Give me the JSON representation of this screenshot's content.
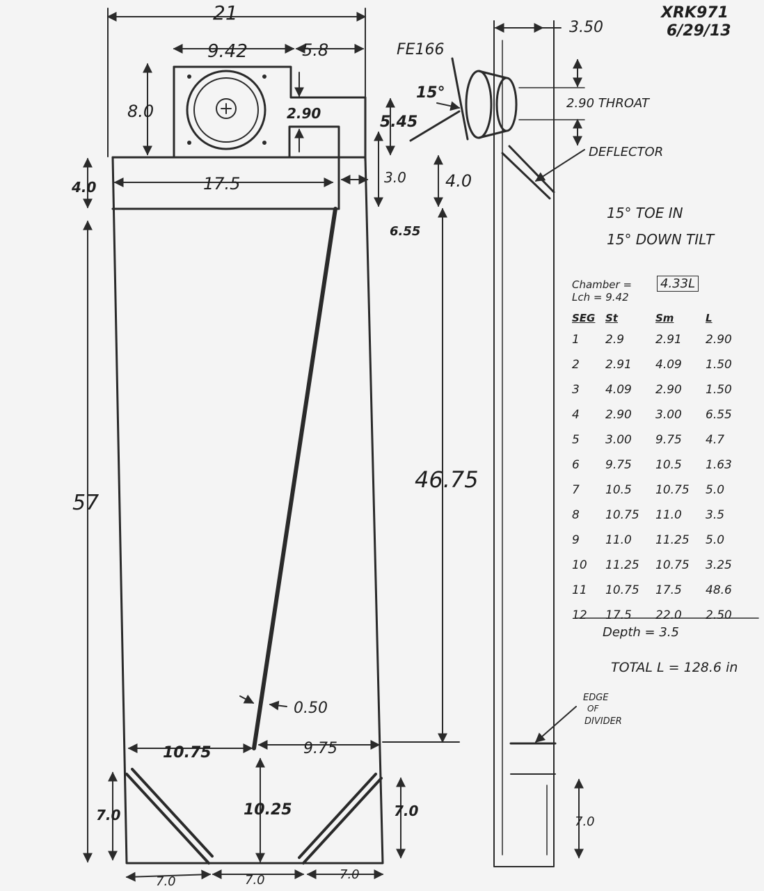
{
  "header": {
    "id": "XRK971",
    "date": "6/29/13"
  },
  "driver": "FE166",
  "angles": {
    "angle_label": "15°",
    "toe_in": "15° TOE IN",
    "down_tilt": "15° DOWN TILT"
  },
  "dims": {
    "overall_width": "21",
    "top_left": "9.42",
    "top_right": "5.8",
    "box_height": "8.0",
    "throat_gap": "2.90",
    "top_step": "5.45",
    "rail_height": "4.0",
    "rail_width": "17.5",
    "side_gap": "3.0",
    "side_gap_height": "4.0",
    "side_drop": "6.55",
    "body_height": "57",
    "inner_height": "46.75",
    "divider_thickness": "0.50",
    "bottom_left": "10.75",
    "bottom_right": "9.75",
    "center_height": "10.25",
    "foot_left": "7.0",
    "foot_right": "7.0",
    "base_left": "7.0",
    "base_mid": "7.0",
    "base_right": "7.0",
    "side_width": "3.50",
    "side_foot": "7.0"
  },
  "callouts": {
    "throat": "2.90 THROAT",
    "deflector": "DEFLECTOR",
    "divider_edge": [
      "EDGE",
      "OF",
      "DIVIDER"
    ]
  },
  "chamber": {
    "label": "Chamber =",
    "value": "4.33L",
    "length": "Lch = 9.42"
  },
  "segments": {
    "headers": [
      "SEG",
      "St",
      "Sm",
      "L"
    ],
    "rows": [
      [
        "1",
        "2.9",
        "2.91",
        "2.90"
      ],
      [
        "2",
        "2.91",
        "4.09",
        "1.50"
      ],
      [
        "3",
        "4.09",
        "2.90",
        "1.50"
      ],
      [
        "4",
        "2.90",
        "3.00",
        "6.55"
      ],
      [
        "5",
        "3.00",
        "9.75",
        "4.7"
      ],
      [
        "6",
        "9.75",
        "10.5",
        "1.63"
      ],
      [
        "7",
        "10.5",
        "10.75",
        "5.0"
      ],
      [
        "8",
        "10.75",
        "11.0",
        "3.5"
      ],
      [
        "9",
        "11.0",
        "11.25",
        "5.0"
      ],
      [
        "10",
        "11.25",
        "10.75",
        "3.25"
      ],
      [
        "11",
        "10.75",
        "17.5",
        "48.6"
      ],
      [
        "12",
        "17.5",
        "22.0",
        "2.50"
      ]
    ]
  },
  "depth": "Depth = 3.5",
  "total": "TOTAL L = 128.6 in"
}
